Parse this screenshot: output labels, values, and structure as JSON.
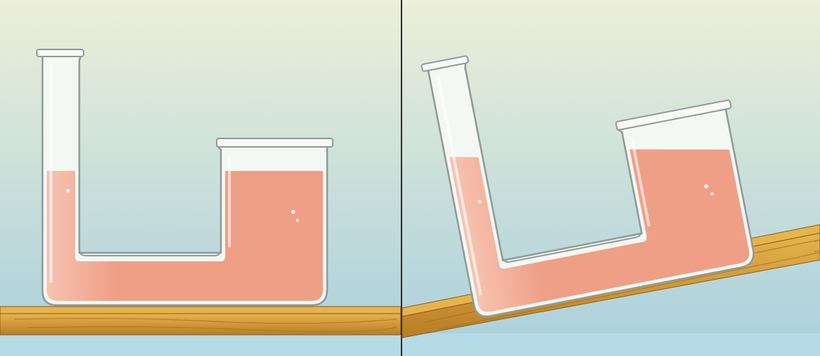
{
  "illustration": {
    "panels": [
      {
        "id": "left",
        "table_orientation": "level"
      },
      {
        "id": "right",
        "table_orientation": "tilted"
      }
    ],
    "colors": {
      "sky_top": "#ecefd9",
      "sky_bottom": "#a9d0dc",
      "liquid": "#ef9f86",
      "liquid_light": "#f7c3b1",
      "glass": "#f4f8f4",
      "glass_edge": "#8f9a98",
      "wood": "#e0aa3e",
      "wood_dark": "#b97d24",
      "divider": "#2b2b2b",
      "base_band": "#b4dbe6"
    },
    "icons": [
      "u-tube-vessel",
      "wooden-board"
    ]
  }
}
